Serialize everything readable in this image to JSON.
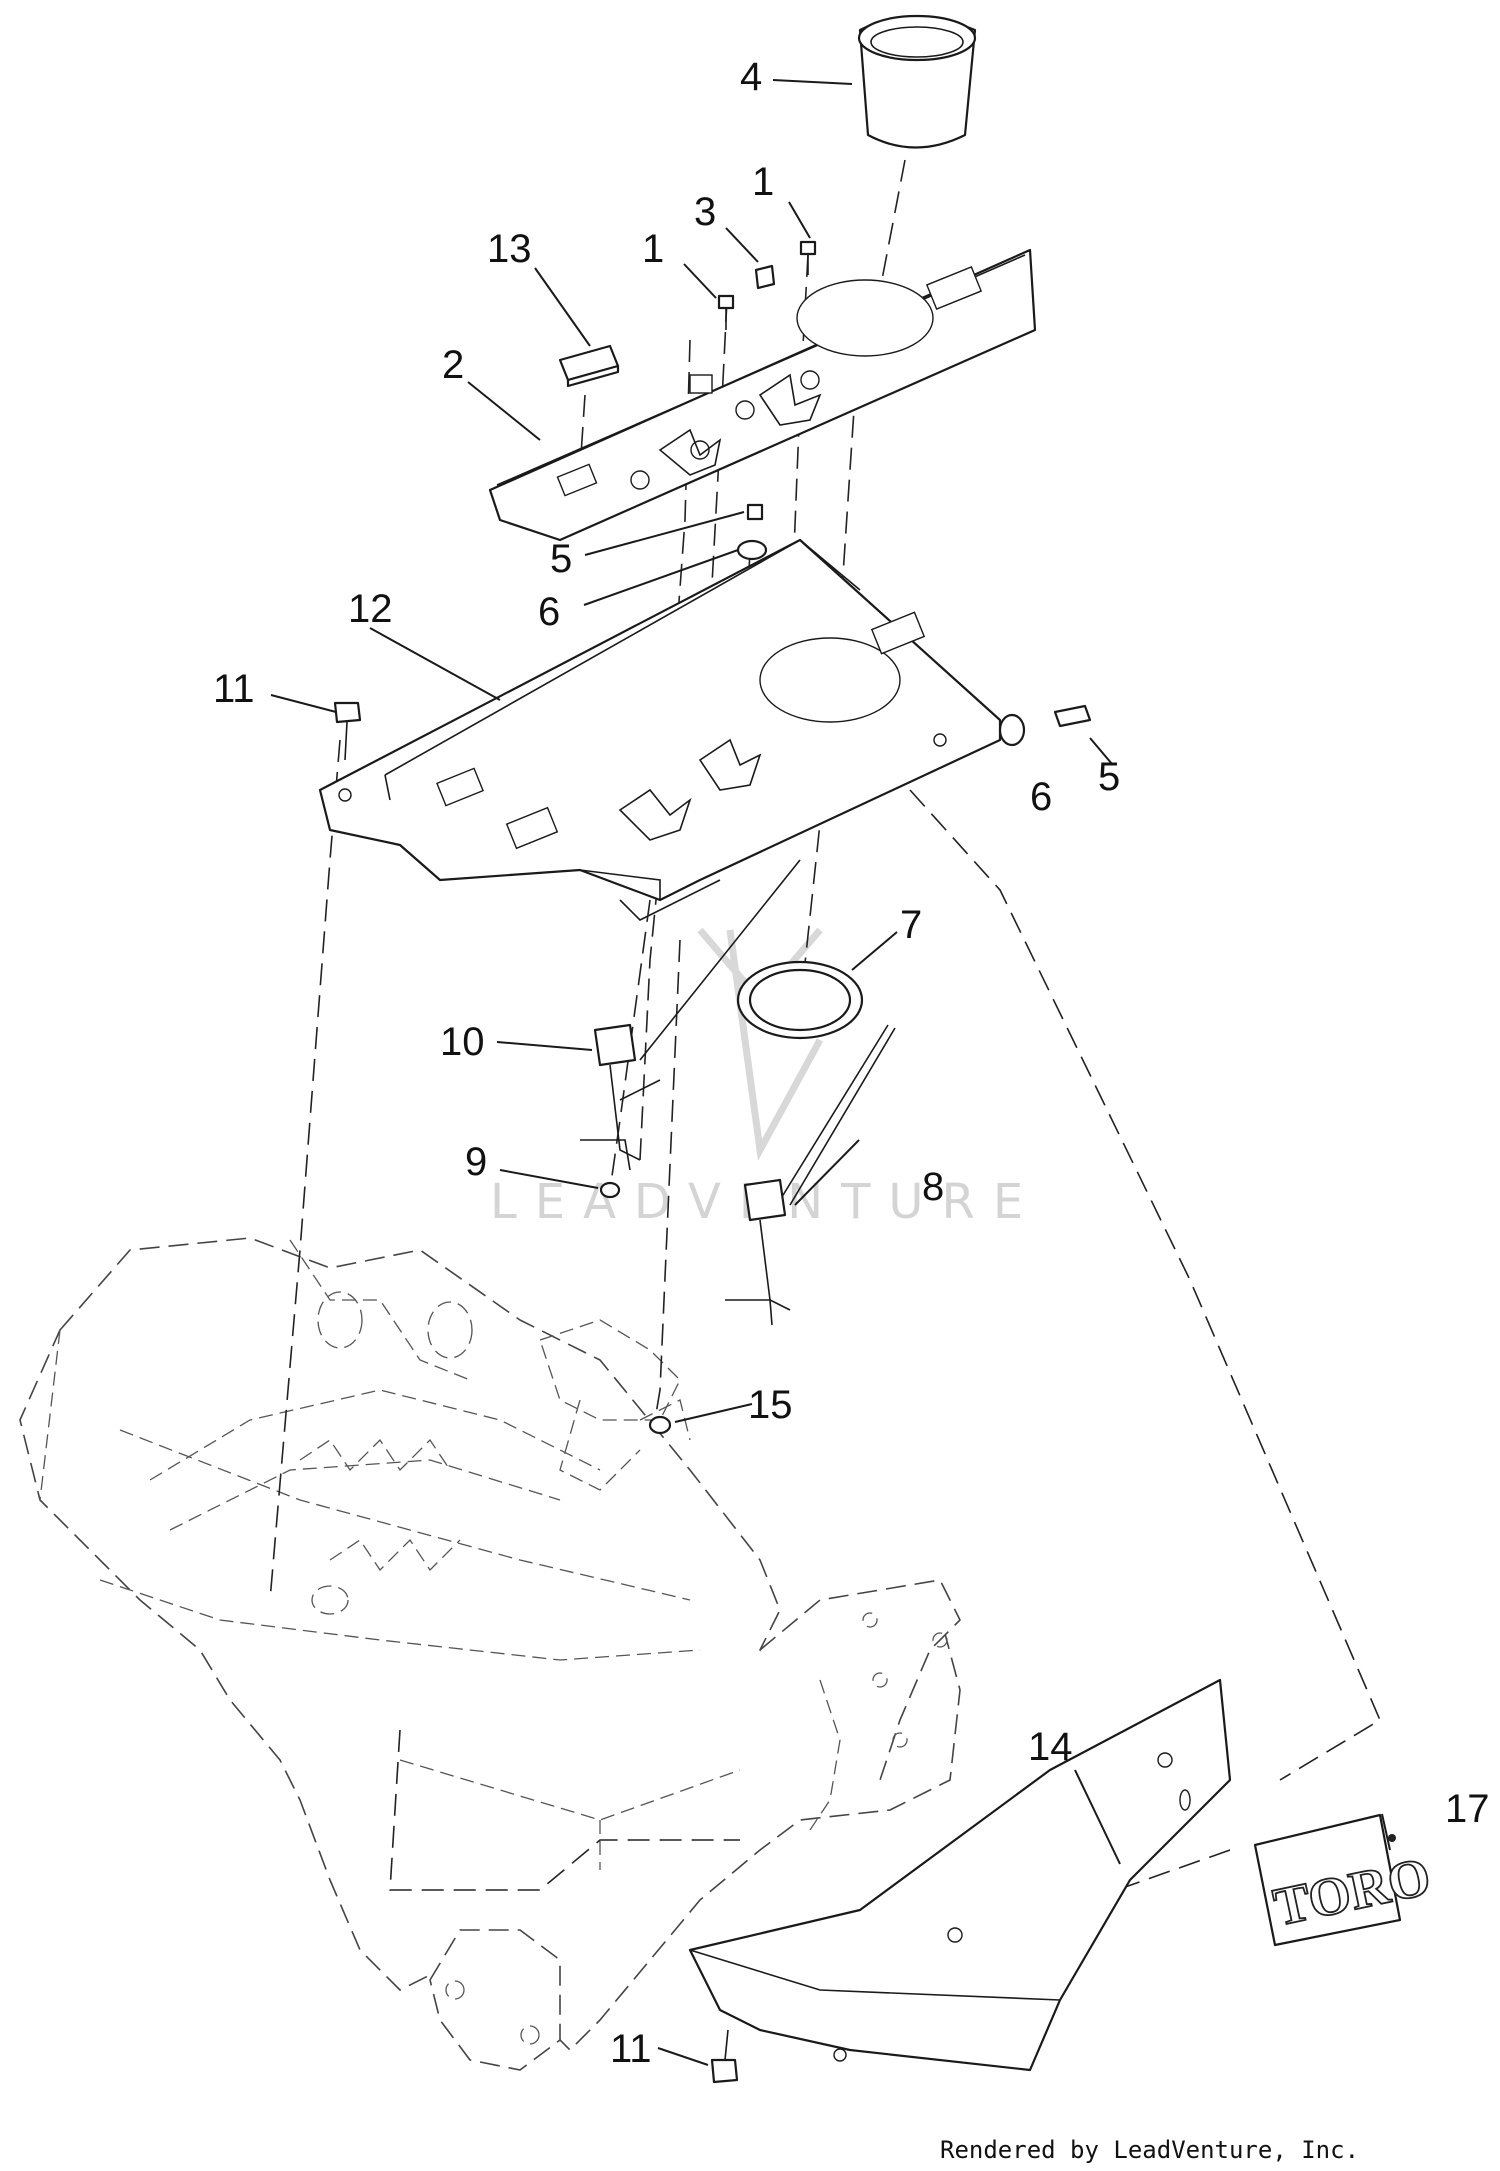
{
  "diagram": {
    "callouts": [
      {
        "id": "c4",
        "label": "4"
      },
      {
        "id": "c1a",
        "label": "1"
      },
      {
        "id": "c3",
        "label": "3"
      },
      {
        "id": "c13",
        "label": "13"
      },
      {
        "id": "c1b",
        "label": "1"
      },
      {
        "id": "c2",
        "label": "2"
      },
      {
        "id": "c5a",
        "label": "5"
      },
      {
        "id": "c6a",
        "label": "6"
      },
      {
        "id": "c12",
        "label": "12"
      },
      {
        "id": "c11a",
        "label": "11"
      },
      {
        "id": "c6b",
        "label": "6"
      },
      {
        "id": "c5b",
        "label": "5"
      },
      {
        "id": "c7",
        "label": "7"
      },
      {
        "id": "c10",
        "label": "10"
      },
      {
        "id": "c9",
        "label": "9"
      },
      {
        "id": "c8",
        "label": "8"
      },
      {
        "id": "c15",
        "label": "15"
      },
      {
        "id": "c14",
        "label": "14"
      },
      {
        "id": "c17",
        "label": "17"
      },
      {
        "id": "c11b",
        "label": "11"
      }
    ],
    "logo_text": "TORO",
    "watermark": "LEADVENTURE",
    "credit": "Rendered by LeadVenture, Inc."
  }
}
